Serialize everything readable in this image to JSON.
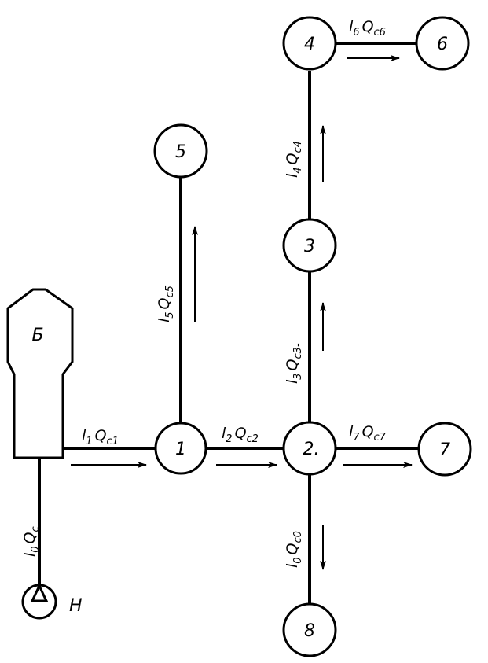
{
  "tower": {
    "label": "Б"
  },
  "pump": {
    "label": "Н"
  },
  "nodes": [
    {
      "id": "n1",
      "label": "1"
    },
    {
      "id": "n2",
      "label": "2."
    },
    {
      "id": "n3",
      "label": "3"
    },
    {
      "id": "n4",
      "label": "4"
    },
    {
      "id": "n5",
      "label": "5"
    },
    {
      "id": "n6",
      "label": "6"
    },
    {
      "id": "n7",
      "label": "7"
    },
    {
      "id": "n8",
      "label": "8"
    }
  ],
  "pipes": [
    {
      "id": "p0",
      "l": "l",
      "l_sub": "0",
      "q": "Q",
      "q_sub": "c"
    },
    {
      "id": "p1",
      "l": "l",
      "l_sub": "1",
      "q": "Q",
      "q_sub": "c1"
    },
    {
      "id": "p2",
      "l": "l",
      "l_sub": "2",
      "q": "Q",
      "q_sub": "c2"
    },
    {
      "id": "p3",
      "l": "l",
      "l_sub": "3",
      "q": "Q",
      "q_sub": "c3-"
    },
    {
      "id": "p4",
      "l": "l",
      "l_sub": "4",
      "q": "Q",
      "q_sub": "c4"
    },
    {
      "id": "p5",
      "l": "l",
      "l_sub": "5",
      "q": "Q",
      "q_sub": "c5"
    },
    {
      "id": "p6",
      "l": "l",
      "l_sub": "6",
      "q": "Q",
      "q_sub": "c6"
    },
    {
      "id": "p7",
      "l": "l",
      "l_sub": "7",
      "q": "Q",
      "q_sub": "c7"
    },
    {
      "id": "p8",
      "l": "l",
      "l_sub": "0",
      "q": "Q",
      "q_sub": "c0"
    }
  ]
}
